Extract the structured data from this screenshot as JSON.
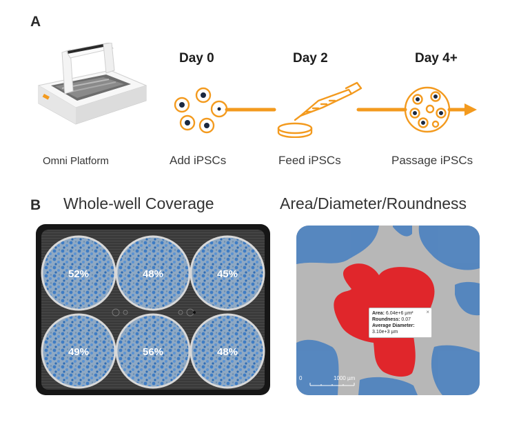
{
  "panel_a": {
    "letter": "A",
    "device_label": "Omni Platform",
    "steps": [
      {
        "day": "Day 0",
        "caption": "Add iPSCs"
      },
      {
        "day": "Day 2",
        "caption": "Feed iPSCs"
      },
      {
        "day": "Day 4+",
        "caption": "Passage iPSCs"
      }
    ],
    "accent_color": "#f39a1e"
  },
  "panel_b": {
    "letter": "B",
    "left_title": "Whole-well Coverage",
    "right_title": "Area/Diameter/Roundness",
    "wells": [
      "52%",
      "48%",
      "45%",
      "49%",
      "56%",
      "48%"
    ],
    "colony_color": "#e0262b",
    "cell_color": "#4a86c8",
    "tooltip": {
      "area_label": "Area:",
      "area_value": "6.04e+6 µm²",
      "roundness_label": "Roundness:",
      "roundness_value": "0.07",
      "diameter_label": "Average Diameter:",
      "diameter_value": "3.10e+3 µm",
      "close": "×"
    },
    "scale_bar": {
      "start": "0",
      "label": "1000 µm"
    }
  }
}
